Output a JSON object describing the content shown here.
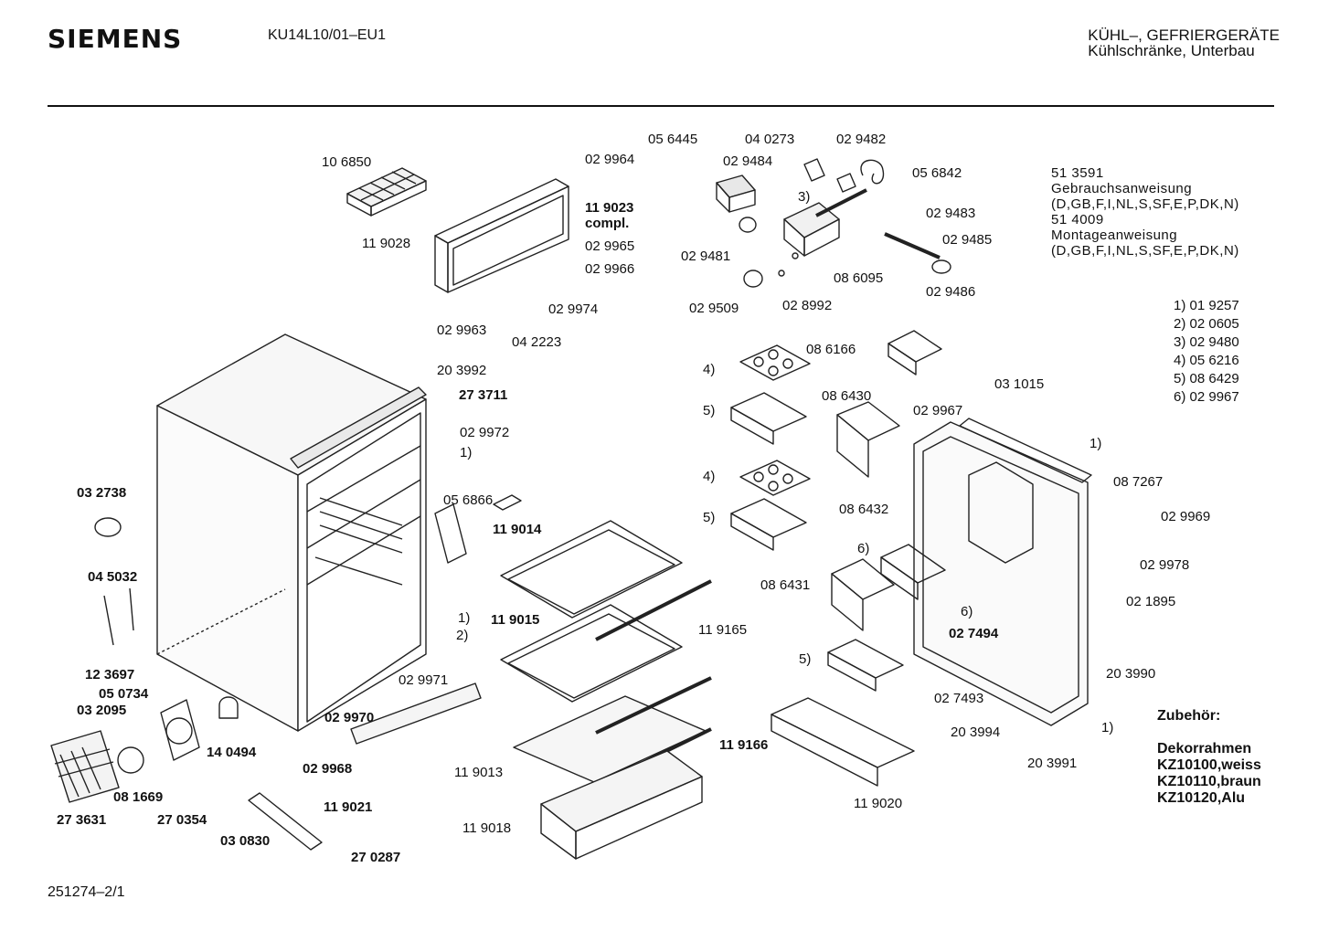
{
  "header": {
    "brand": "SIEMENS",
    "model": "KU14L10/01–EU1",
    "category_line1": "KÜHL–, GEFRIERGERÄTE",
    "category_line2": "Kühlschränke, Unterbau"
  },
  "documents": [
    {
      "number": "51 3591",
      "title": "Gebrauchsanweisung",
      "languages": "(D,GB,F,I,NL,S,SF,E,P,DK,N)"
    },
    {
      "number": "51 4009",
      "title": "Montageanweisung",
      "languages": "(D,GB,F,I,NL,S,SF,E,P,DK,N)"
    }
  ],
  "footnotes": [
    {
      "key": "1)",
      "part": "01 9257"
    },
    {
      "key": "2)",
      "part": "02 0605"
    },
    {
      "key": "3)",
      "part": "02 9480"
    },
    {
      "key": "4)",
      "part": "05 6216"
    },
    {
      "key": "5)",
      "part": "08 6429"
    },
    {
      "key": "6)",
      "part": "02 9967"
    }
  ],
  "accessories": {
    "heading": "Zubehör:",
    "subheading": "Dekorrahmen",
    "items": [
      "KZ10100,weiss",
      "KZ10110,braun",
      "KZ10120,Alu"
    ]
  },
  "part_labels": {
    "p106850": "10 6850",
    "p029964": "02 9964",
    "p119023": "11 9023",
    "compl": "compl.",
    "p119028": "11 9028",
    "p029965": "02 9965",
    "p029966": "02 9966",
    "p029974": "02 9974",
    "p029963": "02 9963",
    "p042223": "04 2223",
    "p056445": "05 6445",
    "p040273": "04 0273",
    "p029482": "02 9482",
    "p029484": "02 9484",
    "p056842": "05 6842",
    "p3": "3)",
    "p029483": "02 9483",
    "p029485": "02 9485",
    "p029481": "02 9481",
    "p086095": "08 6095",
    "p029486": "02 9486",
    "p029509": "02 9509",
    "p028992": "02 8992",
    "p203992": "20 3992",
    "p273711": "27 3711",
    "p029972": "02 9972",
    "p1a": "1)",
    "p032738": "03 2738",
    "p056866": "05 6866",
    "p119014": "11 9014",
    "p045032": "04 5032",
    "p1b": "1)",
    "p2a": "2)",
    "p119015": "11 9015",
    "p119165": "11 9165",
    "p123697": "12 3697",
    "p029971": "02 9971",
    "p050734": "05 0734",
    "p032095": "03 2095",
    "p029970": "02 9970",
    "p140494": "14 0494",
    "p029968": "02 9968",
    "p119166": "11 9166",
    "p081669": "08 1669",
    "p119013": "11 9013",
    "p119021": "11 9021",
    "p273631": "27 3631",
    "p270354": "27 0354",
    "p119018": "11 9018",
    "p030830": "03 0830",
    "p270287": "27 0287",
    "p086166": "08 6166",
    "p4a": "4)",
    "p5a": "5)",
    "p086430": "08 6430",
    "p029967": "02 9967",
    "p031015": "03 1015",
    "p1c": "1)",
    "p4b": "4)",
    "p087267": "08 7267",
    "p5b": "5)",
    "p086432": "08 6432",
    "p029969": "02 9969",
    "p6a": "6)",
    "p029978": "02 9978",
    "p086431": "08 6431",
    "p021895": "02 1895",
    "p6b": "6)",
    "p027494": "02 7494",
    "p5c": "5)",
    "p203990": "20 3990",
    "p027493": "02 7493",
    "p203994": "20 3994",
    "p1d": "1)",
    "p203991": "20 3991",
    "p119020": "11 9020"
  },
  "footer": {
    "code": "251274–2/1"
  }
}
